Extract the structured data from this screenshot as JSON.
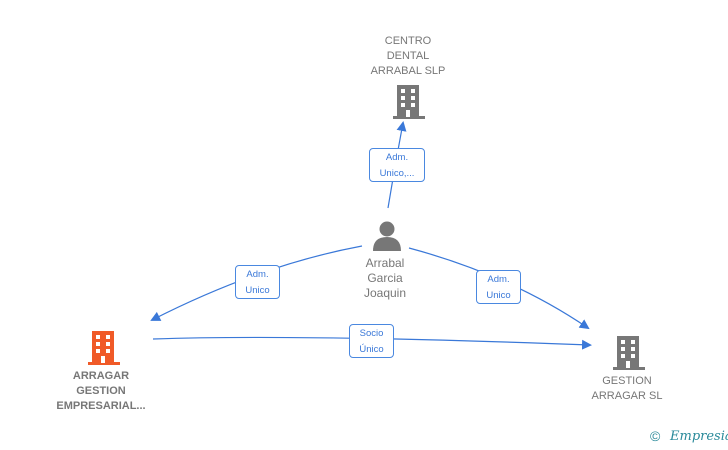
{
  "nodes": {
    "centro": {
      "label": "CENTRO DENTAL ARRABAL SLP",
      "line1": "CENTRO",
      "line2": "DENTAL",
      "line3": "ARRABAL  SLP"
    },
    "person": {
      "line1": "Arrabal",
      "line2": "Garcia",
      "line3": "Joaquin"
    },
    "arragar": {
      "line1": "ARRAGAR",
      "line2": "GESTION",
      "line3": "EMPRESARIAL..."
    },
    "gestion": {
      "line1": "GESTION",
      "line2": "ARRAGAR  SL"
    }
  },
  "edges": {
    "to_centro": {
      "line1": "Adm.",
      "line2": "Unico,..."
    },
    "to_arragar": {
      "line1": "Adm.",
      "line2": "Unico"
    },
    "to_gestion": {
      "line1": "Adm.",
      "line2": "Unico"
    },
    "arragar_gestion": {
      "line1": "Socio",
      "line2": "Único"
    }
  },
  "footer": {
    "copyright": "©",
    "brand": "Empresia"
  },
  "colors": {
    "edge": "#3a78d8",
    "company": "#777777",
    "highlight": "#f05a28"
  }
}
